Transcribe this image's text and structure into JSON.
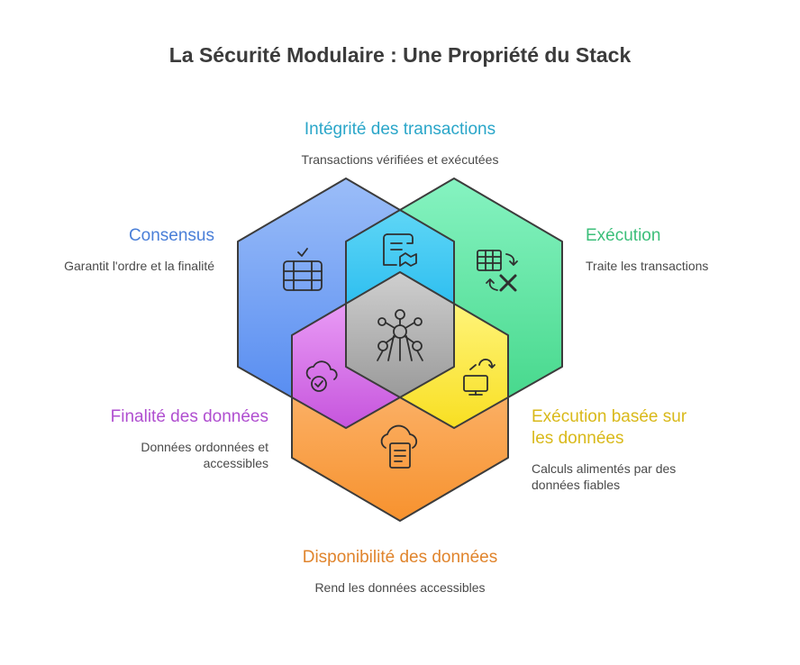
{
  "title": "La Sécurité Modulaire : Une Propriété du Stack",
  "sections": {
    "integrity": {
      "label": "Intégrité des transactions",
      "desc": "Transactions vérifiées et exécutées",
      "color": "#2aa6c9",
      "icon": "document-handshake-icon"
    },
    "consensus": {
      "label": "Consensus",
      "desc": "Garantit l'ordre et la finalité",
      "color": "#4a7fd8",
      "icon": "database-check-icon"
    },
    "execution": {
      "label": "Exécution",
      "desc": "Traite les transactions",
      "color": "#3cbf7a",
      "icon": "spreadsheet-transform-icon"
    },
    "data_finality": {
      "label": "Finalité des données",
      "desc": "Données ordonnées et accessibles",
      "color": "#b04fd0",
      "icon": "cloud-check-icon"
    },
    "data_execution": {
      "label": "Exécution basée sur les données",
      "desc": "Calculs alimentés par des données fiables",
      "color": "#d9b91a",
      "icon": "monitor-sync-icon"
    },
    "availability": {
      "label": "Disponibilité des données",
      "desc": "Rend les données accessibles",
      "color": "#e0842c",
      "icon": "cloud-document-icon"
    },
    "center": {
      "icon": "atom-structure-icon"
    }
  }
}
